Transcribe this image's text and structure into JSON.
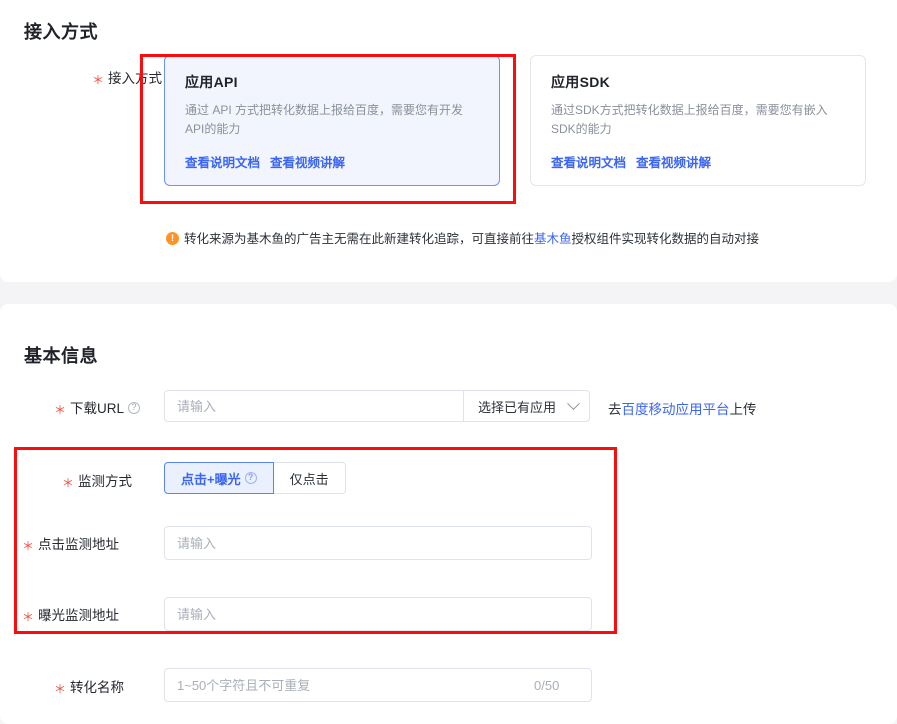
{
  "access_section": {
    "title": "接入方式",
    "field_label": "接入方式",
    "cards": [
      {
        "title": "应用API",
        "description": "通过 API 方式把转化数据上报给百度，需要您有开发API的能力",
        "link_doc": "查看说明文档",
        "link_video": "查看视频讲解",
        "selected": true
      },
      {
        "title": "应用SDK",
        "description": "通过SDK方式把转化数据上报给百度，需要您有嵌入SDK的能力",
        "link_doc": "查看说明文档",
        "link_video": "查看视频讲解",
        "selected": false
      }
    ],
    "notice": {
      "icon": "warning-icon",
      "text_before": "转化来源为基木鱼的广告主无需在此新建转化追踪，可直接前往",
      "link": "基木鱼",
      "text_after": "授权组件实现转化数据的自动对接"
    }
  },
  "basic_section": {
    "title": "基本信息",
    "download_url": {
      "label": "下载URL",
      "has_help_icon": true,
      "placeholder": "请输入",
      "value": "",
      "select_label": "选择已有应用",
      "upload_prefix": "去",
      "upload_link": "百度移动应用平台",
      "upload_suffix": "上传"
    },
    "monitor_mode": {
      "label": "监测方式",
      "options": [
        {
          "label": "点击+曝光",
          "has_help_icon": true,
          "active": true
        },
        {
          "label": "仅点击",
          "has_help_icon": false,
          "active": false
        }
      ]
    },
    "click_monitor_url": {
      "label": "点击监测地址",
      "placeholder": "请输入",
      "value": ""
    },
    "impression_monitor_url": {
      "label": "曝光监测地址",
      "placeholder": "请输入",
      "value": ""
    },
    "conversion_name": {
      "label": "转化名称",
      "placeholder": "1~50个字符且不可重复",
      "value": "",
      "counter": "0/50"
    }
  },
  "colors": {
    "accent_blue": "#3b65f5",
    "required_red": "#f5483b",
    "warning_orange": "#ff9326",
    "annotation_red": "#fb0d0d",
    "selected_card_bg": "#f2f5fd"
  }
}
